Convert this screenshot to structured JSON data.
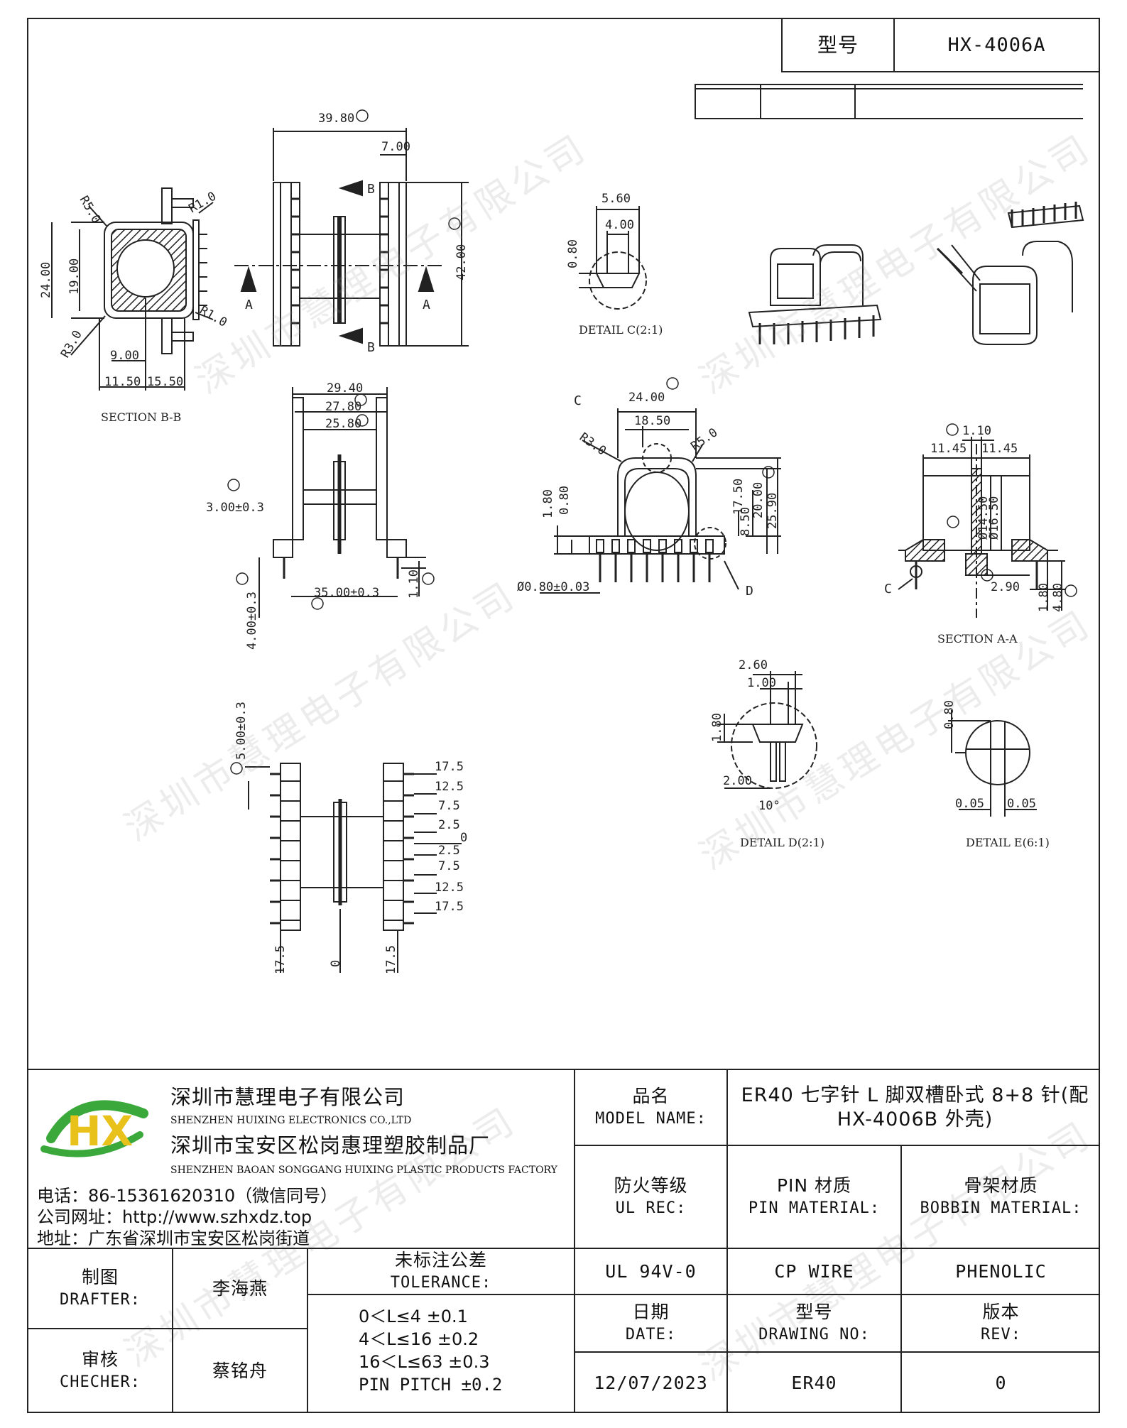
{
  "header": {
    "model_label": "型号",
    "model_value": "HX-4006A"
  },
  "company": {
    "name_cn": "深圳市慧理电子有限公司",
    "name_en": "SHENZHEN HUIXING ELECTRONICS CO.,LTD",
    "factory_cn": "深圳市宝安区松岗惠理塑胶制品厂",
    "factory_en": "SHENZHEN BAOAN SONGGANG HUIXING PLASTIC PRODUCTS FACTORY",
    "phone": "电话：86-15361620310（微信同号）",
    "website": "公司网址：http://www.szhxdz.top",
    "address": "地址：广东省深圳市宝安区松岗街道",
    "logo_text": "HX",
    "colors": {
      "logo_green": "#3aa83a",
      "logo_yellow": "#e8c21a"
    }
  },
  "title_block": {
    "model_name_cn": "品名",
    "model_name_en": "MODEL NAME:",
    "model_name_value": "ER40 七字针 L 脚双槽卧式 8+8 针(配 HX-4006B 外壳)",
    "ul_cn": "防火等级",
    "ul_en": "UL REC:",
    "ul_value": "UL 94V-0",
    "pin_cn": "PIN 材质",
    "pin_en": "PIN MATERIAL:",
    "pin_value": "CP WIRE",
    "bobbin_cn": "骨架材质",
    "bobbin_en": "BOBBIN MATERIAL:",
    "bobbin_value": "PHENOLIC",
    "drafter_cn": "制图",
    "drafter_en": "DRAFTER:",
    "drafter_value": "李海燕",
    "checker_cn": "审核",
    "checker_en": "CHECHER:",
    "checker_value": "蔡铭舟",
    "tol_cn": "未标注公差",
    "tol_en": "TOLERANCE:",
    "tolerances": [
      "0＜L≤4  ±0.1",
      "4＜L≤16  ±0.2",
      "16＜L≤63  ±0.3",
      "PIN PITCH  ±0.2"
    ],
    "date_cn": "日期",
    "date_en": "DATE:",
    "date_value": "12/07/2023",
    "drawing_cn": "型号",
    "drawing_en": "DRAWING NO:",
    "drawing_value": "ER40",
    "rev_cn": "版本",
    "rev_en": "REV:",
    "rev_value": "0"
  },
  "watermark": "深圳市慧理电子有限公司",
  "labels": {
    "section_bb": "SECTION B-B",
    "section_aa": "SECTION A-A",
    "detail_c": "DETAIL C(2:1)",
    "detail_d": "DETAIL D(2:1)",
    "detail_e": "DETAIL E(6:1)",
    "A": "A",
    "B": "B",
    "C": "C",
    "D": "D"
  },
  "dims": {
    "d3980": "39.80",
    "d700": "7.00",
    "d4200": "42.00",
    "dr50": "R5.0",
    "dr10a": "R1.0",
    "dr10b": "R1.0",
    "dr30": "R3.0",
    "d2400": "24.00",
    "d1900": "19.00",
    "d900": "9.00",
    "d1150": "11.50",
    "d1550": "15.50",
    "d560": "5.60",
    "d400": "4.00",
    "d080c": "0.80",
    "d2940": "29.40",
    "d2780": "27.80",
    "d2580": "25.80",
    "d300": "3.00±0.3",
    "d3500": "35.00±0.3",
    "d110": "1.10",
    "d400b": "4.00±0.3",
    "d2400b": "24.00",
    "d1850": "18.50",
    "dr30b": "R3.0",
    "dr50b": "R5.0",
    "d180": "1.80",
    "d080": "0.80",
    "d850": "8.50",
    "d1750": "17.50",
    "d2000": "20.00",
    "d2590": "25.90",
    "d080pin": "Ø0.80±0.03",
    "d110b": "1.10",
    "d1145a": "11.45",
    "d1145b": "11.45",
    "d1450": "Ø14.50",
    "d1650": "Ø16.50",
    "d290": "2.90",
    "d180b": "1.80",
    "d480": "4.80",
    "d500": "5.00±0.3",
    "p175a": "17.5",
    "p125a": "12.5",
    "p75a": "7.5",
    "p25a": "2.5",
    "p0": "0",
    "p25b": "2.5",
    "p75b": "7.5",
    "p125b": "12.5",
    "p175b": "17.5",
    "b175a": "17.5",
    "b0": "0",
    "b175b": "17.5",
    "d260": "2.60",
    "d100": "1.00",
    "d180d": "1.80",
    "d200": "2.00",
    "d10deg": "10°",
    "d005a": "0.05",
    "d005b": "0.05",
    "d080e": "0.80"
  }
}
